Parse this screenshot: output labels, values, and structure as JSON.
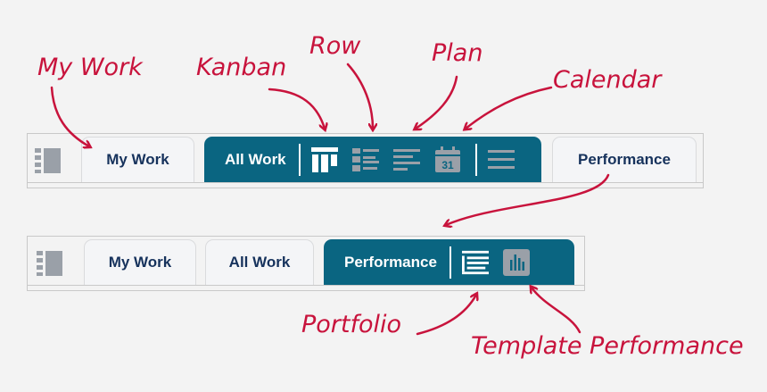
{
  "bar_top": {
    "tabs": [
      {
        "label": "My Work"
      },
      {
        "label": "All Work"
      },
      {
        "label": "Performance"
      }
    ],
    "view_icons": [
      "kanban-icon",
      "row-icon",
      "plan-icon",
      "calendar-icon",
      "list-icon"
    ],
    "calendar_day": "31"
  },
  "bar_bottom": {
    "tabs": [
      {
        "label": "My Work"
      },
      {
        "label": "All Work"
      },
      {
        "label": "Performance"
      }
    ],
    "view_icons": [
      "portfolio-icon",
      "template-performance-icon"
    ]
  },
  "annotations": {
    "my_work": "My Work",
    "kanban": "Kanban",
    "row": "Row",
    "plan": "Plan",
    "calendar": "Calendar",
    "portfolio": "Portfolio",
    "template_performance": "Template Performance"
  },
  "colors": {
    "active_tab": "#0a6581",
    "tab_text": "#16325c",
    "annotation": "#c8133c",
    "icon_gray": "#9aa0a8"
  }
}
